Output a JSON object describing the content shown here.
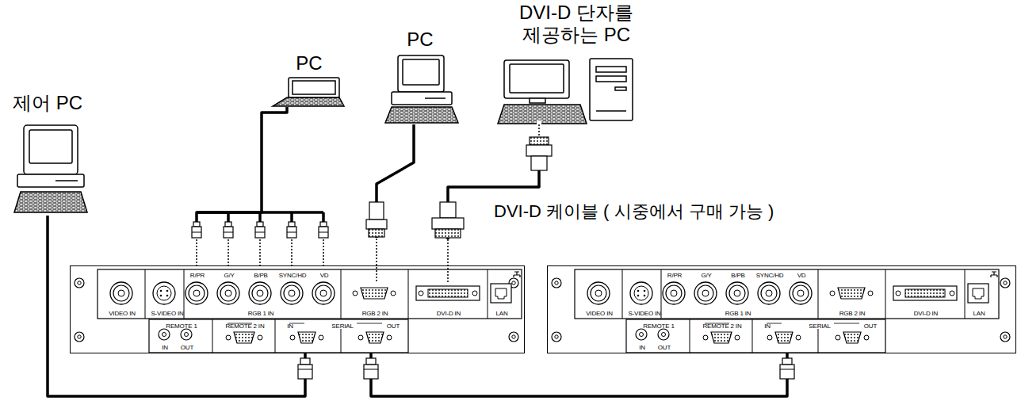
{
  "diagram": {
    "nodes": [
      {
        "text": [
          "제어 PC"
        ]
      },
      {
        "text": [
          "PC"
        ]
      },
      {
        "text": [
          "PC"
        ]
      },
      {
        "text": [
          "DVI-D 단자를 제공하는 PC"
        ]
      },
      {
        "text": [
          "R/PR",
          "G/Y",
          "B/PB",
          "SYNC/HD",
          "VD",
          "VIDEO IN",
          "S-VIDEO IN",
          "RGB 1 IN",
          "RGB 2 IN",
          "DVI-D IN",
          "LAN",
          "REMOTE 1",
          "IN",
          "OUT",
          "REMOTE 2 IN",
          "IN",
          "SERIAL",
          "OUT"
        ]
      },
      {
        "text": [
          "R/PR",
          "G/Y",
          "B/PB",
          "SYNC/HD",
          "VD",
          "VIDEO IN",
          "S-VIDEO IN",
          "RGB 1 IN",
          "RGB 2 IN",
          "DVI-D IN",
          "LAN",
          "REMOTE 1",
          "IN",
          "OUT",
          "REMOTE 2 IN",
          "IN",
          "SERIAL",
          "OUT"
        ]
      }
    ],
    "edges": [
      {
        "from": 0,
        "to": 4,
        "arrow": "none"
      },
      {
        "from": 1,
        "to": 4,
        "arrow": "none"
      },
      {
        "from": 2,
        "to": 4,
        "arrow": "none"
      },
      {
        "from": 3,
        "to": 4,
        "arrow": "none",
        "label": "DVI-D 케이블 ( 시중에서 구매 가능 )"
      },
      {
        "from": 4,
        "to": 5,
        "arrow": "none"
      }
    ]
  }
}
